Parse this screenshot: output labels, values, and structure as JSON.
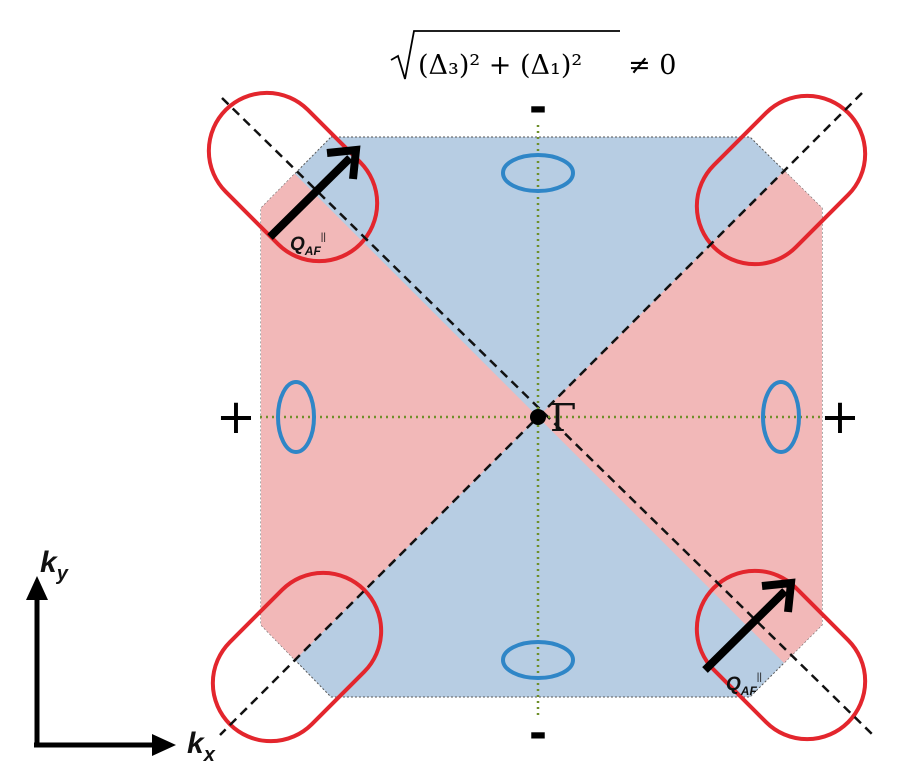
{
  "formula": {
    "inner": "(Δ₃)² + (Δ₁)²",
    "relation": "≠ 0"
  },
  "signs": {
    "top": "-",
    "bottom": "-",
    "left": "+",
    "right": "+"
  },
  "gamma_label": "Γ",
  "q_vector": {
    "main": "Q",
    "sub": "AF",
    "sup": "||"
  },
  "axes": {
    "ky_main": "k",
    "ky_sub": "y",
    "kx_main": "k",
    "kx_sub": "x"
  },
  "colors": {
    "blue_region": "#b7cde3",
    "pink_region": "#f2b8b8",
    "red_pocket": "#e3262d",
    "blue_pocket": "#2f86c7",
    "dotted_axis": "#6f8f2a"
  }
}
